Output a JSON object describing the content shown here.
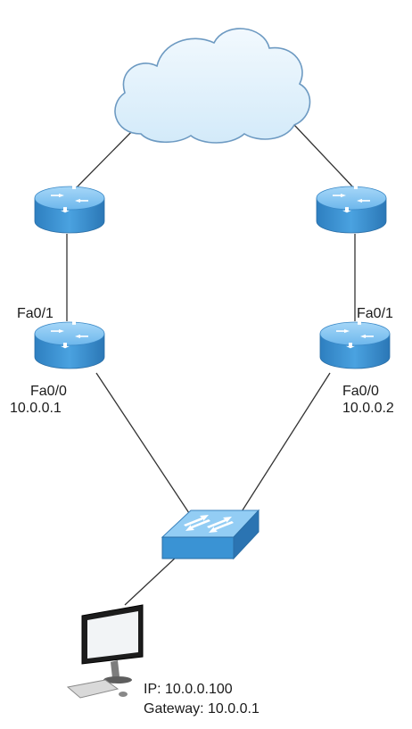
{
  "routers": {
    "left_lower": {
      "port_upper": "Fa0/1",
      "port_lower": "Fa0/0",
      "ip": "10.0.0.1"
    },
    "right_lower": {
      "port_upper": "Fa0/1",
      "port_lower": "Fa0/0",
      "ip": "10.0.0.2"
    }
  },
  "host": {
    "ip_label": "IP: 10.0.0.100",
    "gateway_label": "Gateway: 10.0.0.1"
  },
  "colors": {
    "router_top": "#7fc3f2",
    "router_body": "#3a93d4",
    "switch_top": "#8ccaf4",
    "cloud_fill": "#dff0fb",
    "cloud_stroke": "#6c9ac0",
    "link": "#333333"
  },
  "icons": {
    "cloud": "cloud-icon",
    "router": "router-icon",
    "switch": "switch-icon",
    "workstation": "workstation-icon"
  }
}
